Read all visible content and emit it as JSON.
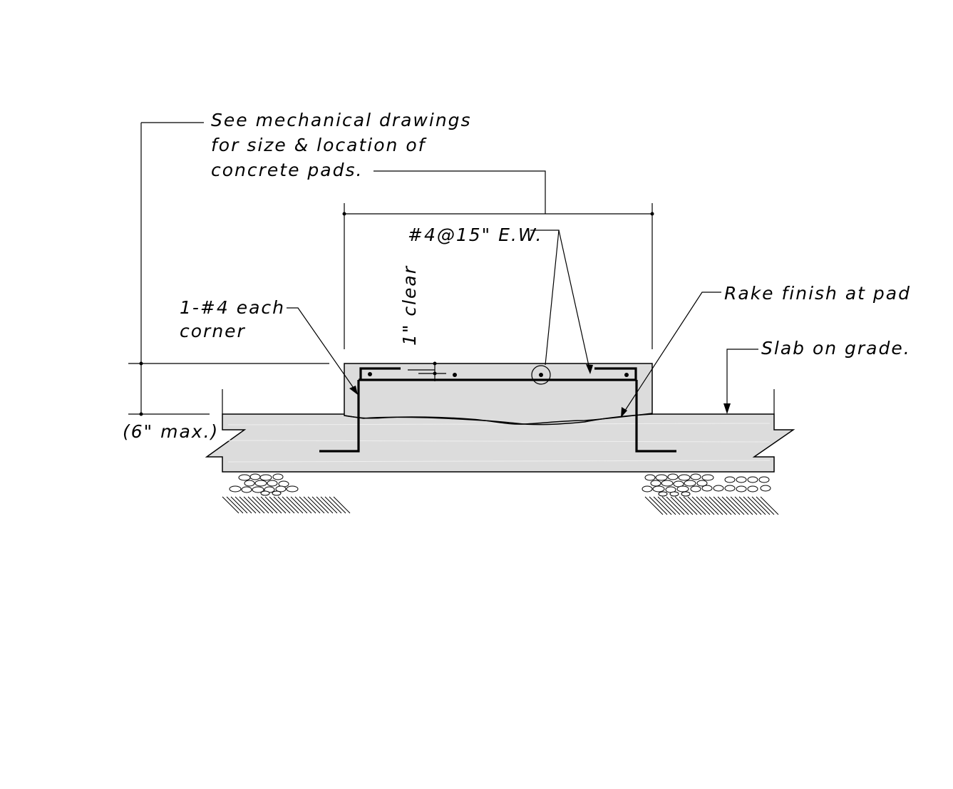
{
  "title": "",
  "callouts": {
    "mechanical_line1": "See mechanical drawings",
    "mechanical_line2": "for size & location of",
    "mechanical_line3": "concrete pads.",
    "rebar_spacing": "#4@15\" E.W.",
    "clear_cover": "1\" clear",
    "corner_bar_line1": "1-#4 each",
    "corner_bar_line2": "corner",
    "rake_finish": "Rake finish at pad",
    "slab_on_grade": "Slab on grade.",
    "pad_height": "(6\" max.)"
  },
  "colors": {
    "concrete": "#dcdcdc",
    "line": "#000000",
    "background": "#ffffff"
  }
}
